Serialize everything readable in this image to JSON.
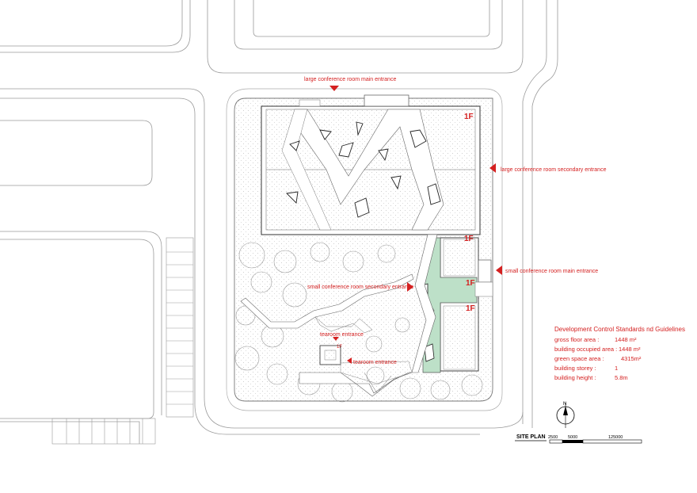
{
  "labels": {
    "large_main": "large conference room main entrance",
    "large_secondary": "large conference room secondary entrance",
    "small_main": "small conference room main entrance",
    "small_secondary": "small conference room secondary entrance",
    "tearoom_top": "tearoom  entrance",
    "tearoom_bottom": "tearoom  entrance"
  },
  "floors": {
    "f1": "1F",
    "f2": "1F",
    "f3": "1F",
    "f4": "1F",
    "f5": "1F"
  },
  "stats": {
    "heading": "Development Control Standards nd Guidelines",
    "rows": [
      {
        "label": "gross floor area :",
        "value": "1448 m²"
      },
      {
        "label": "building occupied area :",
        "value": "1448 m²"
      },
      {
        "label": "green space area :",
        "value": "4315m²"
      },
      {
        "label": "building storey :",
        "value": "1"
      },
      {
        "label": "building height :",
        "value": "5.8m"
      }
    ]
  },
  "site_plan": {
    "title": "SITE PLAN",
    "north": "N",
    "scale_labels": [
      "2500",
      "5000",
      "125000"
    ]
  },
  "colors": {
    "accent": "#d42020",
    "green": "#bde0c8",
    "line": "#555555"
  }
}
